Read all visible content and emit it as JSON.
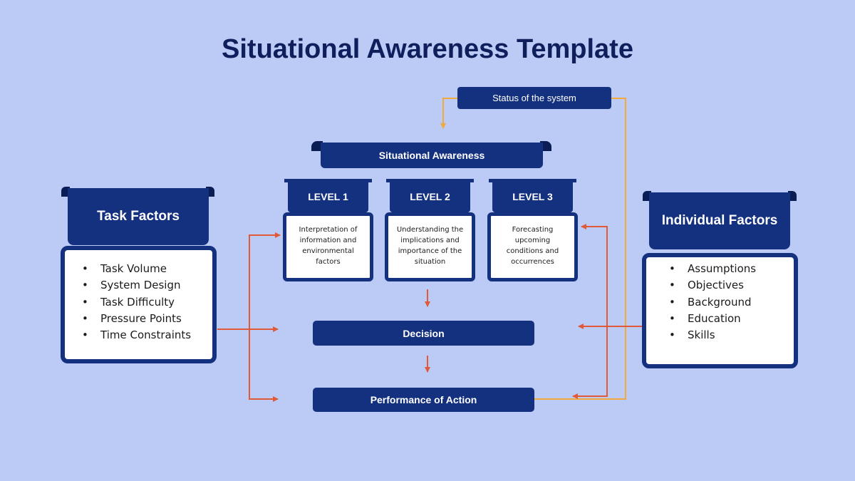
{
  "title": "Situational Awareness Template",
  "status_box": "Status of the system",
  "situational_awareness": "Situational Awareness",
  "levels": [
    {
      "label": "LEVEL 1",
      "text": "Interpretation of information and environmental factors"
    },
    {
      "label": "LEVEL 2",
      "text": "Understanding the implications and importance of the situation"
    },
    {
      "label": "LEVEL 3",
      "text": "Forecasting upcoming conditions and occurrences"
    }
  ],
  "decision": "Decision",
  "performance": "Performance of Action",
  "task_factors": {
    "title": "Task Factors",
    "items": [
      "Task Volume",
      "System Design",
      "Task Difficulty",
      "Pressure Points",
      "Time Constraints"
    ]
  },
  "individual_factors": {
    "title": "Individual Factors",
    "items": [
      "Assumptions",
      "Objectives",
      "Background",
      "Education",
      "Skills"
    ]
  },
  "colors": {
    "background": "#bccbf6",
    "navy": "#14317f",
    "title_text": "#0f1f5c",
    "red_arrow": "#e05a3a",
    "orange_line": "#f2a93b"
  }
}
